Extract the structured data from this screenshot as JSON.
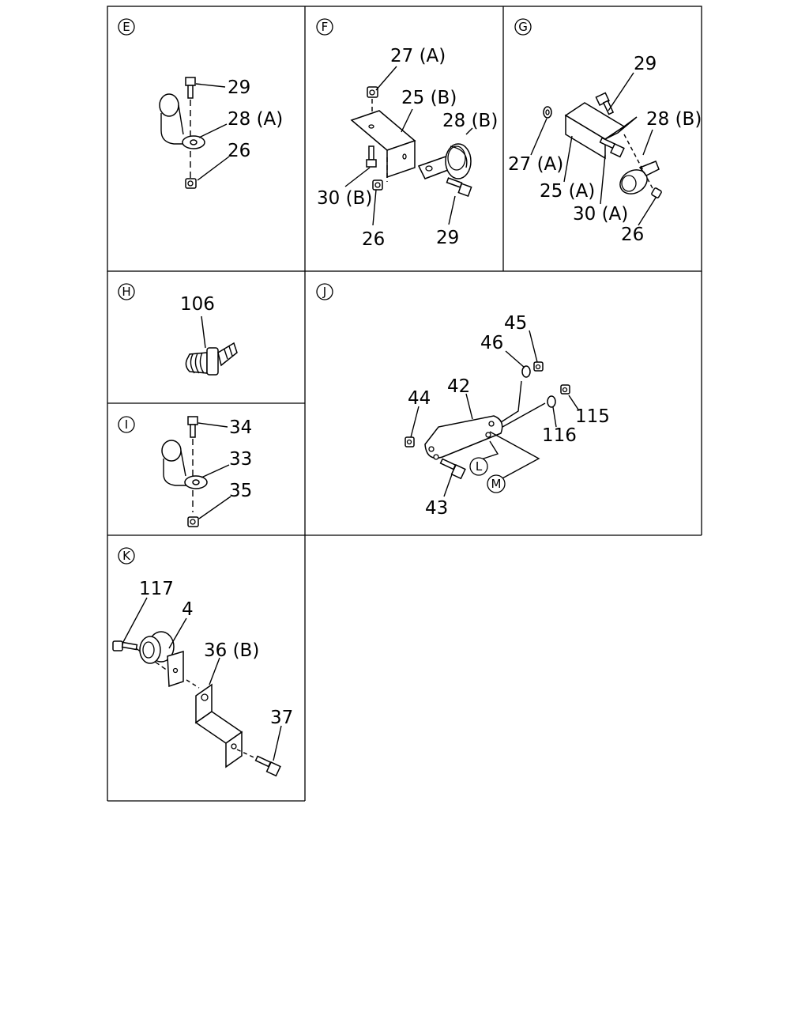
{
  "panels": {
    "E": {
      "tag": "E",
      "labels": {
        "l29": "29",
        "l28a": "28 (A)",
        "l26": "26"
      }
    },
    "F": {
      "tag": "F",
      "labels": {
        "l27a": "27 (A)",
        "l25b": "25 (B)",
        "l28b": "28 (B)",
        "l30b": "30 (B)",
        "l26": "26",
        "l29": "29"
      }
    },
    "G": {
      "tag": "G",
      "labels": {
        "l29": "29",
        "l28b": "28 (B)",
        "l27a": "27 (A)",
        "l25a": "25 (A)",
        "l30a": "30 (A)",
        "l26": "26"
      }
    },
    "H": {
      "tag": "H",
      "labels": {
        "l106": "106"
      }
    },
    "I": {
      "tag": "I",
      "labels": {
        "l34": "34",
        "l33": "33",
        "l35": "35"
      }
    },
    "J": {
      "tag": "J",
      "labels": {
        "l45": "45",
        "l46": "46",
        "l42": "42",
        "l44": "44",
        "l115": "115",
        "l116": "116",
        "l43": "43",
        "cL": "L",
        "cM": "M"
      }
    },
    "K": {
      "tag": "K",
      "labels": {
        "l117": "117",
        "l4": "4",
        "l36b": "36 (B)",
        "l37": "37"
      }
    }
  }
}
